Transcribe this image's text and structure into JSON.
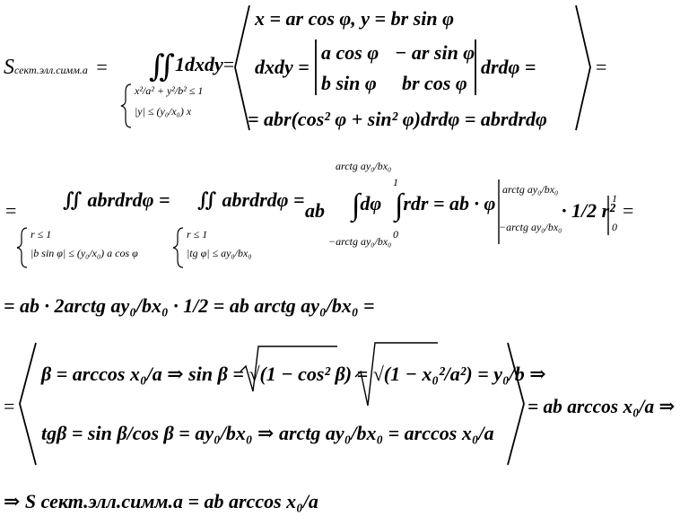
{
  "line1": {
    "lhs_S": "S",
    "lhs_sub": "сект.элл.симм.а",
    "eq": "=",
    "integral": "∬",
    "integrand": "1dxdy",
    "region_line1": "x²/a² + y²/b² ≤ 1",
    "region_line2": "|y| ≤ (y₀/x₀) x",
    "subst_row1": "x = ar cos φ,  y = br sin φ",
    "jac_lhs": "dxdy =",
    "jac_a11": "a cos φ",
    "jac_a12": "− ar sin φ",
    "jac_a21": "b sin φ",
    "jac_a22": "br cos φ",
    "jac_rhs": "drdφ =",
    "row3": "= abr(cos² φ + sin² φ)drdφ = abrdrdφ",
    "tail_eq": "="
  },
  "line2": {
    "lead_eq": "=",
    "int1": "∬ abrdrdφ =",
    "int1_reg1": "r ≤ 1",
    "int1_reg2": "|b sin φ| ≤ (y₀/x₀) a cos φ",
    "int2": "∬ abrdrdφ =",
    "int2_reg1": "r ≤ 1",
    "int2_reg2": "|tg φ| ≤ ay₀/bx₀",
    "ab": "ab",
    "lim_upper": "arctg ay₀/bx₀",
    "lim_lower": "−arctg ay₀/bx₀",
    "dphi": "dφ",
    "r_upper": "1",
    "r_lower": "0",
    "rdr": "rdr = ab · φ",
    "eval_upper": "arctg ay₀/bx₀",
    "eval_lower": "−arctg ay₀/bx₀",
    "half": "· 1/2 r²",
    "r_eval_top": "1",
    "r_eval_bot": "0",
    "tail_eq": "="
  },
  "line3": {
    "text": "= ab · 2arctg ay₀/bx₀ · 1/2 = ab arctg ay₀/bx₀ ="
  },
  "line4": {
    "lead_eq": "=",
    "row1": "β = arccos x₀/a ⇒ sin β = √(1 − cos² β) = √(1 − x₀²/a²) = y₀/b ⇒",
    "row2": "tgβ = sin β/cos β = ay₀/bx₀ ⇒ arctg ay₀/bx₀ = arccos x₀/a",
    "tail": "= ab arccos x₀/a ⇒"
  },
  "line5": {
    "text": "⇒ S сект.элл.симм.а = ab arccos x₀/a"
  }
}
